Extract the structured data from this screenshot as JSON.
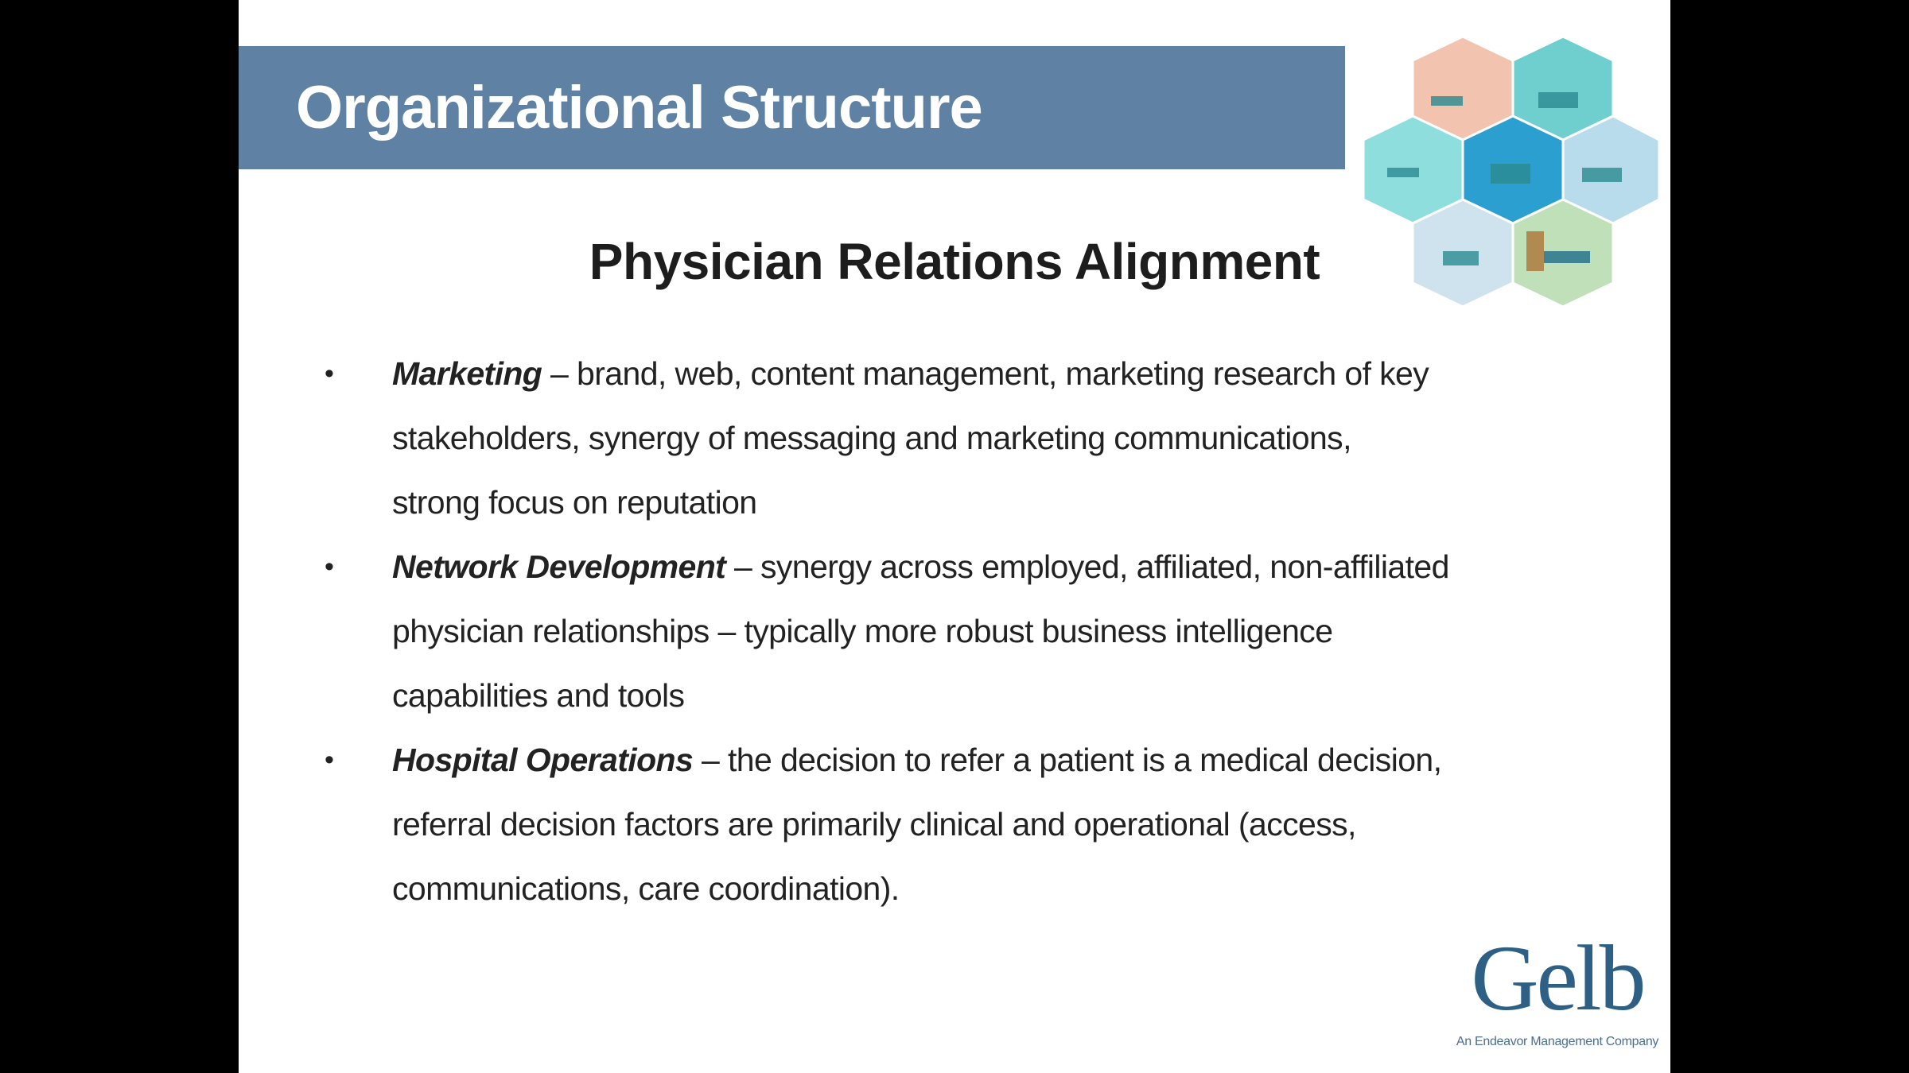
{
  "header": {
    "title": "Organizational Structure",
    "band_color": "#5f82a4"
  },
  "subtitle": "Physician Relations Alignment",
  "bullets": [
    {
      "label": "Marketing",
      "lines": [
        " – brand, web, content management, marketing research of key",
        "stakeholders, synergy of messaging and marketing communications,",
        "strong focus on reputation"
      ]
    },
    {
      "label": "Network Development",
      "lines": " – synergy across  employed, affiliated, non-affiliated|physician relationships – typically more robust business intelligence|capabilities and tools"
    },
    {
      "label": "Hospital Operations",
      "lines": " – the decision to refer a patient is a medical decision,|referral decision factors are primarily clinical and operational (access,|communications, care coordination)."
    }
  ],
  "logo": {
    "name": "Gelb",
    "tagline": "An Endeavor Management Company",
    "color": "#2e5f84"
  },
  "bullet_glyph": "•"
}
